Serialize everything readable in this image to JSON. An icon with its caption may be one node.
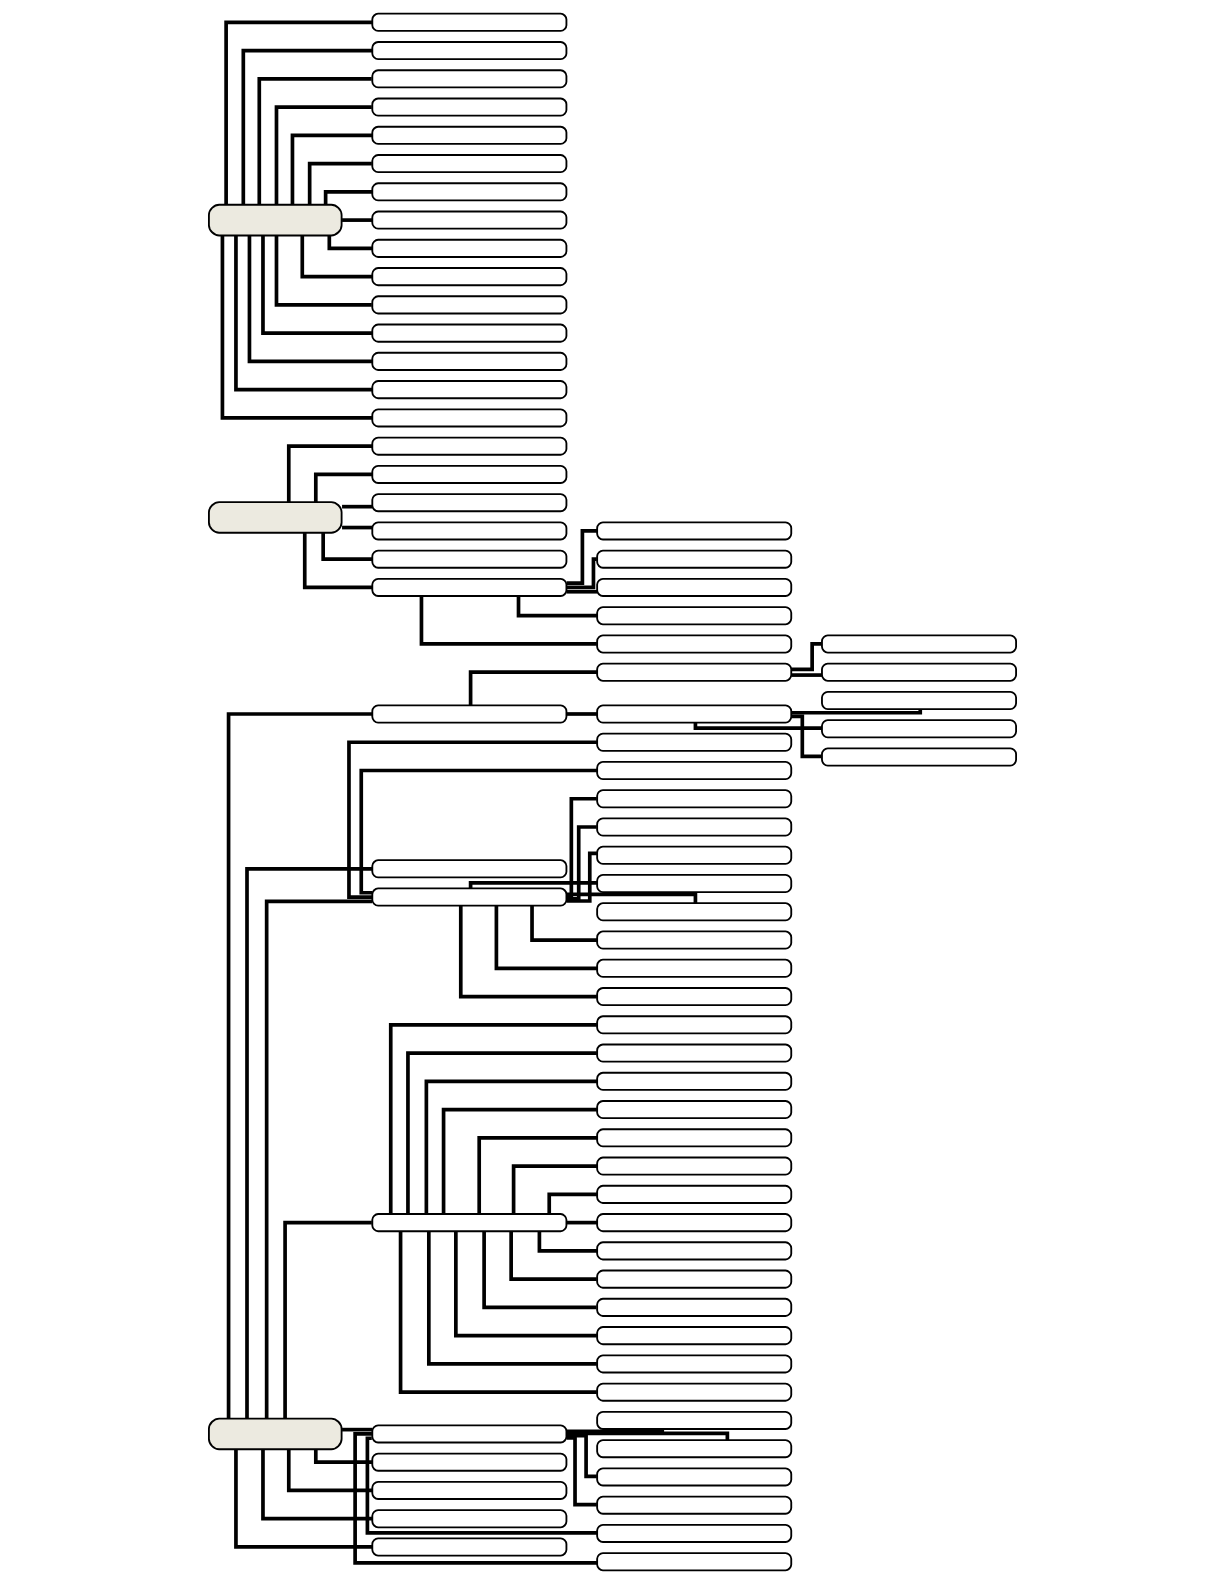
{
  "diagram": {
    "nodes": [
      {
        "text": [],
        "shape": "box"
      },
      {
        "text": [],
        "shape": "box"
      },
      {
        "text": [],
        "shape": "box"
      },
      {
        "text": [],
        "shape": "box"
      },
      {
        "text": [],
        "shape": "box"
      },
      {
        "text": [],
        "shape": "box"
      },
      {
        "text": [],
        "shape": "box"
      },
      {
        "text": [],
        "shape": "box"
      },
      {
        "text": [],
        "shape": "box"
      },
      {
        "text": [],
        "shape": "box"
      },
      {
        "text": [],
        "shape": "box"
      },
      {
        "text": [],
        "shape": "box"
      },
      {
        "text": [],
        "shape": "box"
      },
      {
        "text": [],
        "shape": "box"
      },
      {
        "text": [],
        "shape": "box"
      },
      {
        "text": [],
        "shape": "box"
      },
      {
        "text": [],
        "shape": "box"
      },
      {
        "text": [],
        "shape": "box"
      },
      {
        "text": [],
        "shape": "box"
      },
      {
        "text": [],
        "shape": "box"
      },
      {
        "text": [],
        "shape": "box"
      },
      {
        "text": [],
        "shape": "box"
      },
      {
        "text": [],
        "shape": "box"
      },
      {
        "text": [],
        "shape": "box"
      },
      {
        "text": [],
        "shape": "box"
      },
      {
        "text": [],
        "shape": "box"
      },
      {
        "text": [],
        "shape": "box"
      },
      {
        "text": [],
        "shape": "box"
      },
      {
        "text": [],
        "shape": "box"
      },
      {
        "text": [],
        "shape": "box"
      },
      {
        "text": [],
        "shape": "box"
      },
      {
        "text": [],
        "shape": "box"
      },
      {
        "text": [],
        "shape": "box"
      },
      {
        "text": [],
        "shape": "box"
      },
      {
        "text": [],
        "shape": "box"
      },
      {
        "text": [],
        "shape": "box"
      },
      {
        "text": [],
        "shape": "box"
      },
      {
        "text": [],
        "shape": "box"
      },
      {
        "text": [],
        "shape": "box"
      },
      {
        "text": [],
        "shape": "box"
      },
      {
        "text": [],
        "shape": "box"
      },
      {
        "text": [],
        "shape": "box"
      },
      {
        "text": [],
        "shape": "box"
      },
      {
        "text": [],
        "shape": "box"
      },
      {
        "text": [],
        "shape": "box"
      },
      {
        "text": [],
        "shape": "box"
      },
      {
        "text": [],
        "shape": "box"
      },
      {
        "text": [],
        "shape": "box"
      },
      {
        "text": [],
        "shape": "box"
      },
      {
        "text": [],
        "shape": "box"
      },
      {
        "text": [],
        "shape": "box"
      },
      {
        "text": [],
        "shape": "box"
      },
      {
        "text": [],
        "shape": "box"
      },
      {
        "text": [],
        "shape": "box"
      },
      {
        "text": [],
        "shape": "box"
      },
      {
        "text": [],
        "shape": "box"
      },
      {
        "text": [],
        "shape": "box"
      },
      {
        "text": [],
        "shape": "box"
      },
      {
        "text": [],
        "shape": "box"
      },
      {
        "text": [],
        "shape": "box"
      },
      {
        "text": [],
        "shape": "box"
      },
      {
        "text": [],
        "shape": "box"
      },
      {
        "text": [],
        "shape": "box"
      },
      {
        "text": [],
        "shape": "box"
      },
      {
        "text": [],
        "shape": "box"
      },
      {
        "text": [],
        "shape": "box"
      },
      {
        "text": [],
        "shape": "box"
      },
      {
        "text": [],
        "shape": "box"
      },
      {
        "text": [],
        "shape": "box"
      },
      {
        "text": [],
        "shape": "box"
      },
      {
        "text": [],
        "shape": "box"
      },
      {
        "text": [],
        "shape": "box"
      },
      {
        "text": [],
        "shape": "box"
      },
      {
        "text": [],
        "shape": "box"
      },
      {
        "text": [],
        "shape": "box"
      }
    ],
    "edges": [
      {
        "from": 0,
        "to": 1,
        "arrow": "none"
      },
      {
        "from": 1,
        "to": 2,
        "arrow": "none"
      },
      {
        "from": 2,
        "to": 3,
        "arrow": "none"
      },
      {
        "from": 2,
        "to": 4,
        "arrow": "none"
      },
      {
        "from": 1,
        "to": 5,
        "arrow": "none"
      },
      {
        "from": 5,
        "to": 6,
        "arrow": "none"
      },
      {
        "from": 5,
        "to": 7,
        "arrow": "none"
      },
      {
        "from": 5,
        "to": 8,
        "arrow": "none"
      },
      {
        "from": 0,
        "to": 9,
        "arrow": "none"
      },
      {
        "from": 0,
        "to": 10,
        "arrow": "none"
      },
      {
        "from": 10,
        "to": 11,
        "arrow": "none"
      },
      {
        "from": 10,
        "to": 12,
        "arrow": "none"
      },
      {
        "from": 10,
        "to": 13,
        "arrow": "none"
      },
      {
        "from": 10,
        "to": 14,
        "arrow": "none"
      },
      {
        "from": 10,
        "to": 15,
        "arrow": "none"
      },
      {
        "from": 10,
        "to": 16,
        "arrow": "none"
      },
      {
        "from": 10,
        "to": 17,
        "arrow": "none"
      },
      {
        "from": 10,
        "to": 18,
        "arrow": "none"
      },
      {
        "from": 10,
        "to": 19,
        "arrow": "none"
      },
      {
        "from": 10,
        "to": 20,
        "arrow": "none"
      },
      {
        "from": 0,
        "to": 21,
        "arrow": "none"
      },
      {
        "from": 21,
        "to": 22,
        "arrow": "none"
      },
      {
        "from": 21,
        "to": 23,
        "arrow": "none"
      },
      {
        "from": 21,
        "to": 24,
        "arrow": "none"
      },
      {
        "from": 21,
        "to": 25,
        "arrow": "none"
      },
      {
        "from": 21,
        "to": 26,
        "arrow": "none"
      },
      {
        "from": 21,
        "to": 27,
        "arrow": "none"
      },
      {
        "from": 21,
        "to": 28,
        "arrow": "none"
      },
      {
        "from": 21,
        "to": 29,
        "arrow": "none"
      },
      {
        "from": 21,
        "to": 30,
        "arrow": "none"
      },
      {
        "from": 21,
        "to": 31,
        "arrow": "none"
      },
      {
        "from": 21,
        "to": 32,
        "arrow": "none"
      },
      {
        "from": 21,
        "to": 33,
        "arrow": "none"
      },
      {
        "from": 21,
        "to": 34,
        "arrow": "none"
      },
      {
        "from": 21,
        "to": 35,
        "arrow": "none"
      },
      {
        "from": 0,
        "to": 36,
        "arrow": "none"
      },
      {
        "from": 36,
        "to": 37,
        "arrow": "none"
      },
      {
        "from": 36,
        "to": 38,
        "arrow": "none"
      },
      {
        "from": 36,
        "to": 39,
        "arrow": "none"
      },
      {
        "from": 36,
        "to": 40,
        "arrow": "none"
      },
      {
        "from": 36,
        "to": 41,
        "arrow": "none"
      },
      {
        "from": 36,
        "to": 42,
        "arrow": "none"
      },
      {
        "from": 0,
        "to": 43,
        "arrow": "none"
      },
      {
        "from": 0,
        "to": 44,
        "arrow": "none"
      },
      {
        "from": 0,
        "to": 45,
        "arrow": "none"
      },
      {
        "from": 0,
        "to": 46,
        "arrow": "none"
      },
      {
        "from": 47,
        "to": 48,
        "arrow": "none"
      },
      {
        "from": 47,
        "to": 49,
        "arrow": "none"
      },
      {
        "from": 47,
        "to": 50,
        "arrow": "none"
      },
      {
        "from": 47,
        "to": 51,
        "arrow": "none"
      },
      {
        "from": 47,
        "to": 52,
        "arrow": "none"
      },
      {
        "from": 47,
        "to": 53,
        "arrow": "none"
      },
      {
        "from": 53,
        "to": 54,
        "arrow": "none"
      },
      {
        "from": 53,
        "to": 55,
        "arrow": "none"
      },
      {
        "from": 53,
        "to": 56,
        "arrow": "none"
      },
      {
        "from": 53,
        "to": 57,
        "arrow": "none"
      },
      {
        "from": 53,
        "to": 58,
        "arrow": "none"
      },
      {
        "from": 59,
        "to": 60,
        "arrow": "none"
      },
      {
        "from": 59,
        "to": 61,
        "arrow": "none"
      },
      {
        "from": 59,
        "to": 62,
        "arrow": "none"
      },
      {
        "from": 59,
        "to": 63,
        "arrow": "none"
      },
      {
        "from": 59,
        "to": 64,
        "arrow": "none"
      },
      {
        "from": 59,
        "to": 65,
        "arrow": "none"
      },
      {
        "from": 59,
        "to": 66,
        "arrow": "none"
      },
      {
        "from": 59,
        "to": 67,
        "arrow": "none"
      },
      {
        "from": 59,
        "to": 68,
        "arrow": "none"
      },
      {
        "from": 59,
        "to": 69,
        "arrow": "none"
      },
      {
        "from": 59,
        "to": 70,
        "arrow": "none"
      },
      {
        "from": 59,
        "to": 71,
        "arrow": "none"
      },
      {
        "from": 59,
        "to": 72,
        "arrow": "none"
      },
      {
        "from": 59,
        "to": 73,
        "arrow": "none"
      },
      {
        "from": 59,
        "to": 74,
        "arrow": "none"
      }
    ]
  }
}
